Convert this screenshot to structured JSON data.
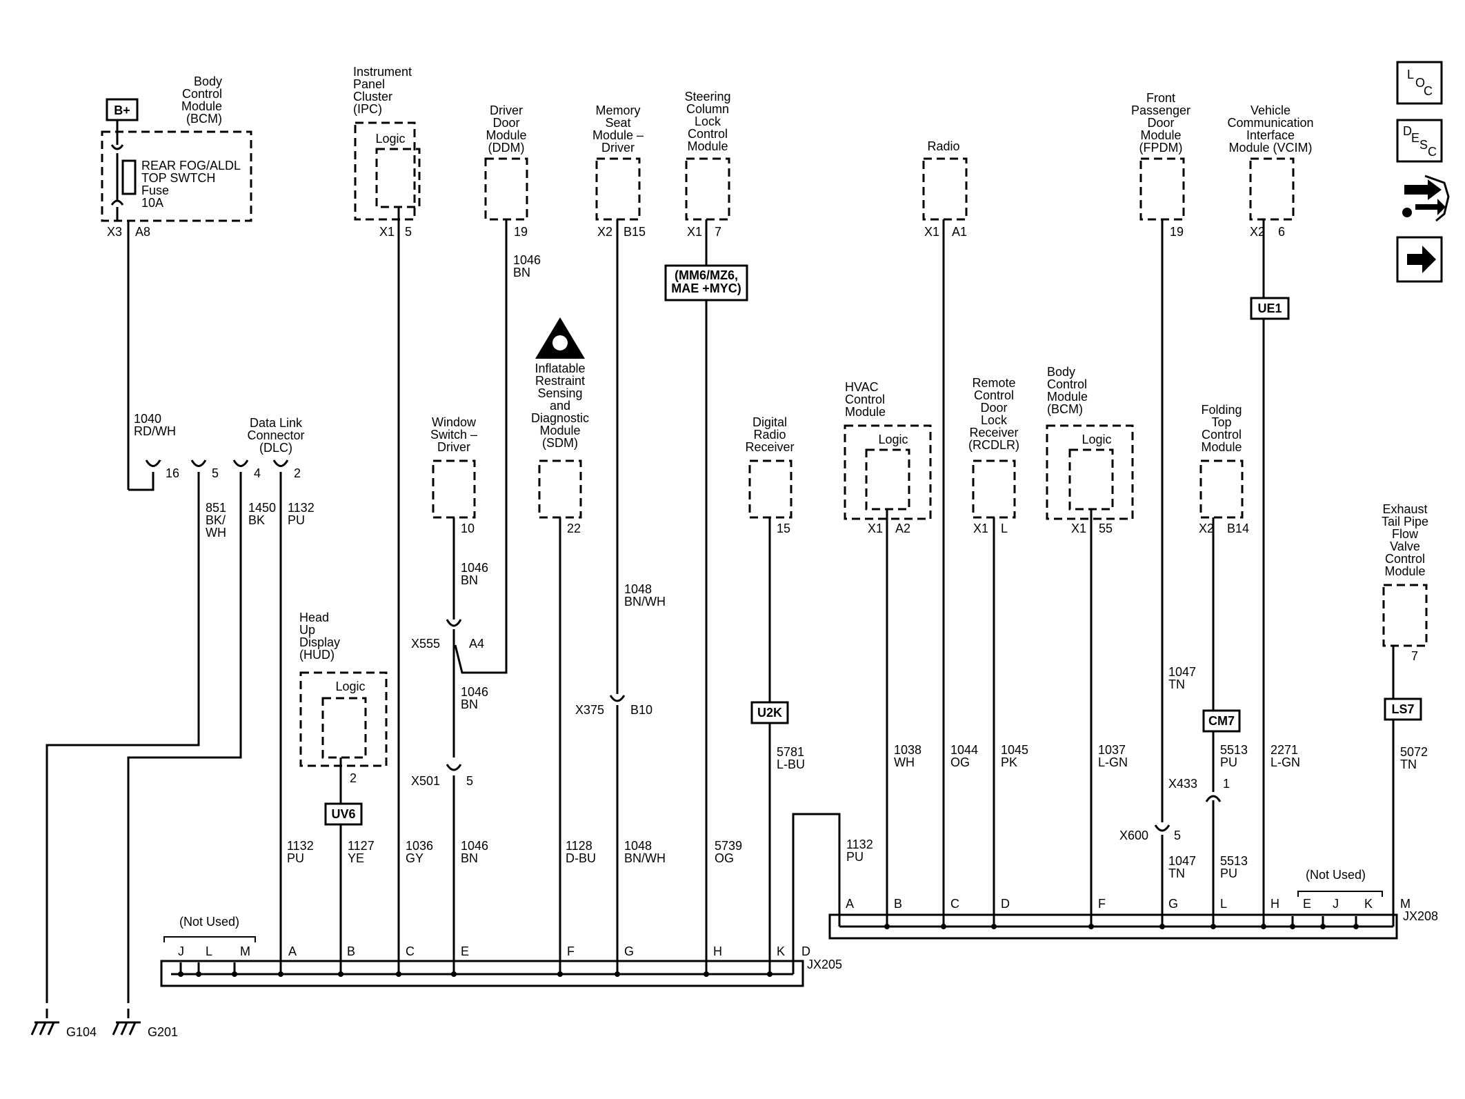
{
  "colors": {
    "ink": "#000000",
    "paper": "#ffffff"
  },
  "power": {
    "label": "B+"
  },
  "fuse": {
    "name_line1": "REAR FOG/ALDL",
    "name_line2": "TOP SWTCH",
    "name_line3": "Fuse",
    "rating": "10A"
  },
  "modules": {
    "bcm_top": [
      "Body",
      "Control",
      "Module",
      "(BCM)"
    ],
    "ipc": [
      "Instrument",
      "Panel",
      "Cluster",
      "(IPC)"
    ],
    "ddm": [
      "Driver",
      "Door",
      "Module",
      "(DDM)"
    ],
    "msm": [
      "Memory",
      "Seat",
      "Module –",
      "Driver"
    ],
    "sclcm": [
      "Steering",
      "Column",
      "Lock",
      "Control",
      "Module"
    ],
    "radio": [
      "Radio"
    ],
    "fpdm": [
      "Front",
      "Passenger",
      "Door",
      "Module",
      "(FPDM)"
    ],
    "vcim": [
      "Vehicle",
      "Communication",
      "Interface",
      "Module (VCIM)"
    ],
    "dlc": [
      "Data Link",
      "Connector",
      "(DLC)"
    ],
    "wsd": [
      "Window",
      "Switch –",
      "Driver"
    ],
    "sdm": [
      "Inflatable",
      "Restraint",
      "Sensing",
      "and",
      "Diagnostic",
      "Module",
      "(SDM)"
    ],
    "drr": [
      "Digital",
      "Radio",
      "Receiver"
    ],
    "hvac": [
      "HVAC",
      "Control",
      "Module"
    ],
    "rcdlr": [
      "Remote",
      "Control",
      "Door",
      "Lock",
      "Receiver",
      "(RCDLR)"
    ],
    "bcm2": [
      "Body",
      "Control",
      "Module",
      "(BCM)"
    ],
    "ftcm": [
      "Folding",
      "Top",
      "Control",
      "Module"
    ],
    "hud": [
      "Head",
      "Up",
      "Display",
      "(HUD)"
    ],
    "etpfv": [
      "Exhaust",
      "Tail Pipe",
      "Flow",
      "Valve",
      "Control",
      "Module"
    ]
  },
  "logic_label": "Logic",
  "pins": {
    "bcm_x": "X3",
    "bcm_p": "A8",
    "ipc_x": "X1",
    "ipc_p": "5",
    "ddm_p": "19",
    "msm_x": "X2",
    "msm_p": "B15",
    "sclcm_x": "X1",
    "sclcm_p": "7",
    "radio_x": "X1",
    "radio_p": "A1",
    "fpdm_p": "19",
    "vcim_x": "X2",
    "vcim_p": "6",
    "dlc_16": "16",
    "dlc_5": "5",
    "dlc_4": "4",
    "dlc_2": "2",
    "wsd_p": "10",
    "sdm_p": "22",
    "drr_p": "15",
    "hvac_x": "X1",
    "hvac_p": "A2",
    "rcdlr_x": "X1",
    "rcdlr_p": "L",
    "bcm2_x": "X1",
    "bcm2_p": "55",
    "ftcm_x": "X2",
    "ftcm_p": "B14",
    "hud_p": "2",
    "etpfv_p": "7"
  },
  "options": {
    "sclcm_l1": "(MM6/MZ6,",
    "sclcm_l2": "MAE +MYC)",
    "vcim": "UE1",
    "drr": "U2K",
    "hud": "UV6",
    "ftcm": "CM7",
    "etpfv": "LS7"
  },
  "inline_connectors": {
    "x555": "X555",
    "x555_pin": "A4",
    "x501": "X501",
    "x501_pin": "5",
    "x375": "X375",
    "x375_pin": "B10",
    "x433": "X433",
    "x433_pin": "1",
    "x600": "X600",
    "x600_pin": "5"
  },
  "wires": {
    "w1040": [
      "1040",
      "RD/WH"
    ],
    "w851": [
      "851",
      "BK/",
      "WH"
    ],
    "w1450": [
      "1450",
      "BK"
    ],
    "w1132a": [
      "1132",
      "PU"
    ],
    "w1046_ddm": [
      "1046",
      "BN"
    ],
    "w1046_wsd": [
      "1046",
      "BN"
    ],
    "w1046_mid": [
      "1046",
      "BN"
    ],
    "w1048_top": [
      "1048",
      "BN/WH"
    ],
    "w5781": [
      "5781",
      "L-BU"
    ],
    "w1038": [
      "1038",
      "WH"
    ],
    "w1044": [
      "1044",
      "OG"
    ],
    "w1045": [
      "1045",
      "PK"
    ],
    "w1037": [
      "1037",
      "L-GN"
    ],
    "w1047_top": [
      "1047",
      "TN"
    ],
    "w5513_top": [
      "5513",
      "PU"
    ],
    "w2271": [
      "2271",
      "L-GN"
    ],
    "w5072": [
      "5072",
      "TN"
    ],
    "w1132b": [
      "1132",
      "PU"
    ],
    "w1127": [
      "1127",
      "YE"
    ],
    "w1036": [
      "1036",
      "GY"
    ],
    "w1046_bot": [
      "1046",
      "BN"
    ],
    "w1128": [
      "1128",
      "D-BU"
    ],
    "w1048_bot": [
      "1048",
      "BN/WH"
    ],
    "w5739": [
      "5739",
      "OG"
    ],
    "w1132c": [
      "1132",
      "PU"
    ],
    "w1047_bot": [
      "1047",
      "TN"
    ],
    "w5513_bot": [
      "5513",
      "PU"
    ]
  },
  "jx205": {
    "name": "JX205",
    "not_used": "(Not Used)",
    "letters": [
      "J",
      "L",
      "M",
      "A",
      "B",
      "C",
      "E",
      "F",
      "G",
      "H",
      "K",
      "D"
    ]
  },
  "jx208": {
    "name": "JX208",
    "not_used": "(Not Used)",
    "letters": [
      "A",
      "B",
      "C",
      "D",
      "F",
      "G",
      "L",
      "H",
      "E",
      "J",
      "K",
      "M"
    ]
  },
  "grounds": {
    "g104": "G104",
    "g201": "G201"
  },
  "nav": {
    "loc_l": "L",
    "loc_o": "O",
    "loc_c": "C",
    "desc_d": "D",
    "desc_e": "E",
    "desc_s": "S",
    "desc_c": "C"
  }
}
